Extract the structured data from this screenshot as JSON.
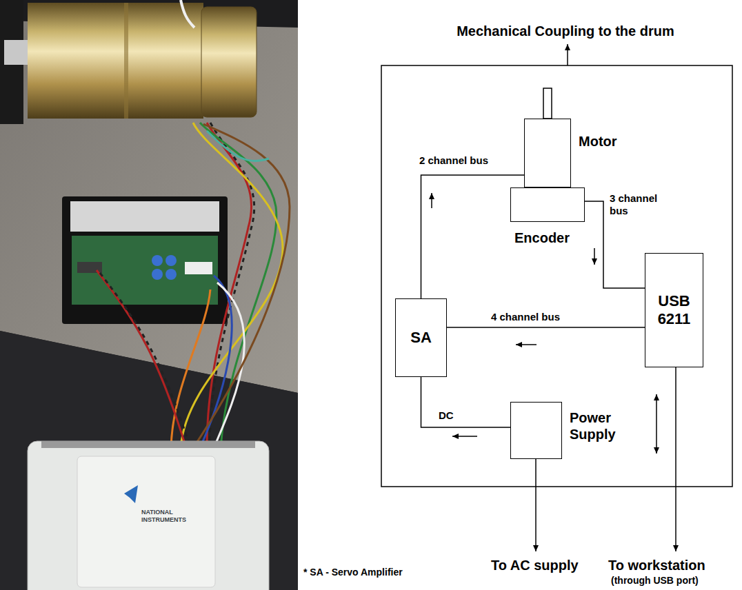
{
  "diagram": {
    "nodes": [
      {
        "text": [
          "Motor"
        ]
      },
      {
        "text": [
          "Encoder"
        ]
      },
      {
        "text": [
          "USB 6211"
        ]
      },
      {
        "text": [
          "SA"
        ]
      },
      {
        "text": [
          "Power Supply"
        ]
      }
    ],
    "edges": [
      {
        "from": 3,
        "to": 0,
        "label": "2 channel bus",
        "arrow": "to"
      },
      {
        "from": 1,
        "to": 2,
        "label": "3 channel bus",
        "arrow": "to"
      },
      {
        "from": 2,
        "to": 3,
        "label": "4 channel bus",
        "arrow": "to"
      },
      {
        "from": 4,
        "to": 3,
        "label": "DC",
        "arrow": "to"
      }
    ],
    "labels": [
      "Mechanical Coupling to the drum",
      "To AC supply",
      "To workstation",
      "(through USB port)",
      "* SA - Servo Amplifier",
      "NATIONAL INSTRUMENTS"
    ]
  }
}
